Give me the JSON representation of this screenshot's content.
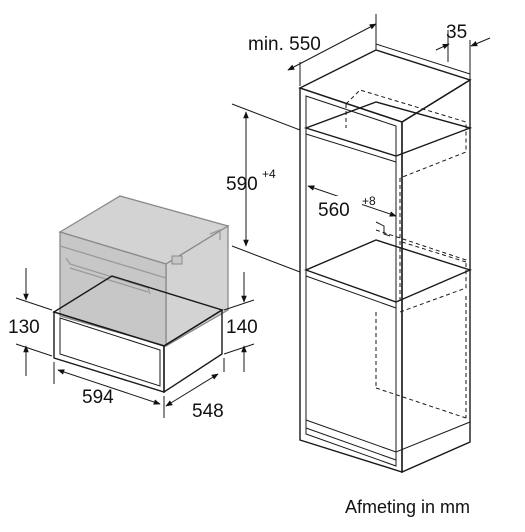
{
  "dimensions": {
    "cabinet_min_width": "min. 550",
    "rear_gap": "35",
    "niche_height_value": "590",
    "niche_height_tolerance": "+4",
    "niche_width_value": "560",
    "niche_width_tolerance": "+8",
    "drawer_height_front": "130",
    "drawer_height_side": "140",
    "drawer_width": "594",
    "drawer_depth": "548"
  },
  "caption": "Afmeting in mm"
}
